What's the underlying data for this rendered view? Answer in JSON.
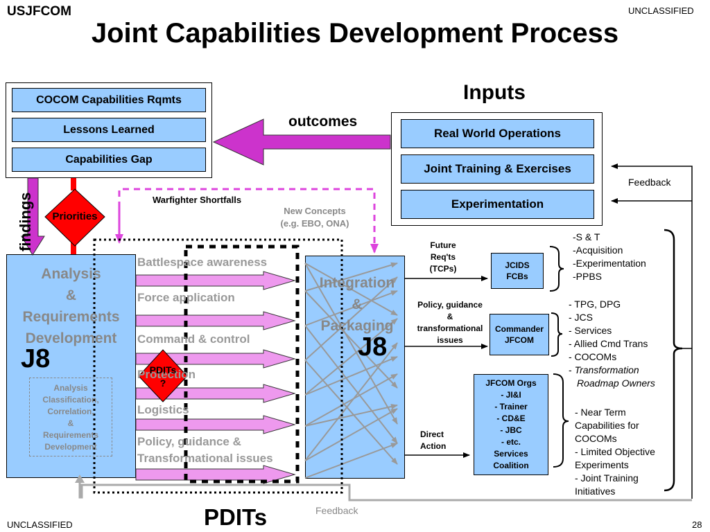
{
  "header": {
    "org": "USJFCOM",
    "classification_top": "UNCLASSIFIED",
    "title": "Joint Capabilities Development Process"
  },
  "footer": {
    "classification_bottom": "UNCLASSIFIED",
    "page_number": "28",
    "pdits_label": "PDITs",
    "feedback_bottom": "Feedback"
  },
  "left_box": {
    "items": [
      "COCOM Capabilities Rqmts",
      "Lessons Learned",
      "Capabilities Gap"
    ]
  },
  "inputs": {
    "title": "Inputs",
    "items": [
      "Real World Operations",
      "Joint Training & Exercises",
      "Experimentation"
    ]
  },
  "labels": {
    "outcomes": "outcomes",
    "findings": "findings",
    "priorities": "Priorities",
    "warfighter_shortfalls": "Warfighter Shortfalls",
    "new_concepts": [
      "New Concepts",
      "(e.g. EBO, ONA)"
    ],
    "feedback_right": "Feedback",
    "pdits_diamond": [
      "PDITs",
      "?"
    ]
  },
  "analysis": {
    "title": [
      "Analysis",
      "&",
      "Requirements",
      "Development"
    ],
    "j8": "J8",
    "sub": [
      "Analysis",
      "Classification,",
      "Correlation,",
      "&",
      "Requirements",
      "Development"
    ]
  },
  "streams": [
    "Battlespace awareness",
    "Force application",
    "Command & control",
    "Protection",
    "Logistics",
    "Policy, guidance &",
    "Transformational issues"
  ],
  "integration": {
    "title": [
      "Integration",
      "&",
      "Packaging"
    ],
    "j8": "J8"
  },
  "routes": {
    "future_reqts": [
      "Future",
      "Req'ts",
      "(TCPs)"
    ],
    "policy": [
      "Policy, guidance",
      "&",
      "transformational",
      "issues"
    ],
    "direct_action": [
      "Direct",
      "Action"
    ]
  },
  "targets": {
    "jcids": [
      "JCIDS",
      "FCBs"
    ],
    "commander": [
      "Commander",
      "JFCOM"
    ],
    "jfcom_orgs": [
      "JFCOM Orgs",
      "- JI&I",
      "- Trainer",
      "- CD&E",
      "- JBC",
      "- etc.",
      "Services",
      "Coalition"
    ]
  },
  "lists": {
    "jcids": [
      "-S & T",
      "-Acquisition",
      "-Experimentation",
      "-PPBS"
    ],
    "commander": [
      "-  TPG, DPG",
      "- JCS",
      "- Services",
      "- Allied Cmd Trans",
      "- COCOMs",
      "- ",
      "Transformation",
      "Roadmap Owners"
    ],
    "orgs": [
      "- Near Term",
      "Capabilities for",
      "COCOMs",
      "- Limited Objective",
      "Experiments",
      "- Joint Training",
      "Initiatives"
    ]
  },
  "colors": {
    "box_fill": "#99ccff",
    "magenta_arrow": "#cc33cc",
    "stream_fill": "#ee99ee",
    "diamond_red": "#ff0000",
    "dash_magenta": "#dd44dd",
    "gray_line": "#999999"
  }
}
